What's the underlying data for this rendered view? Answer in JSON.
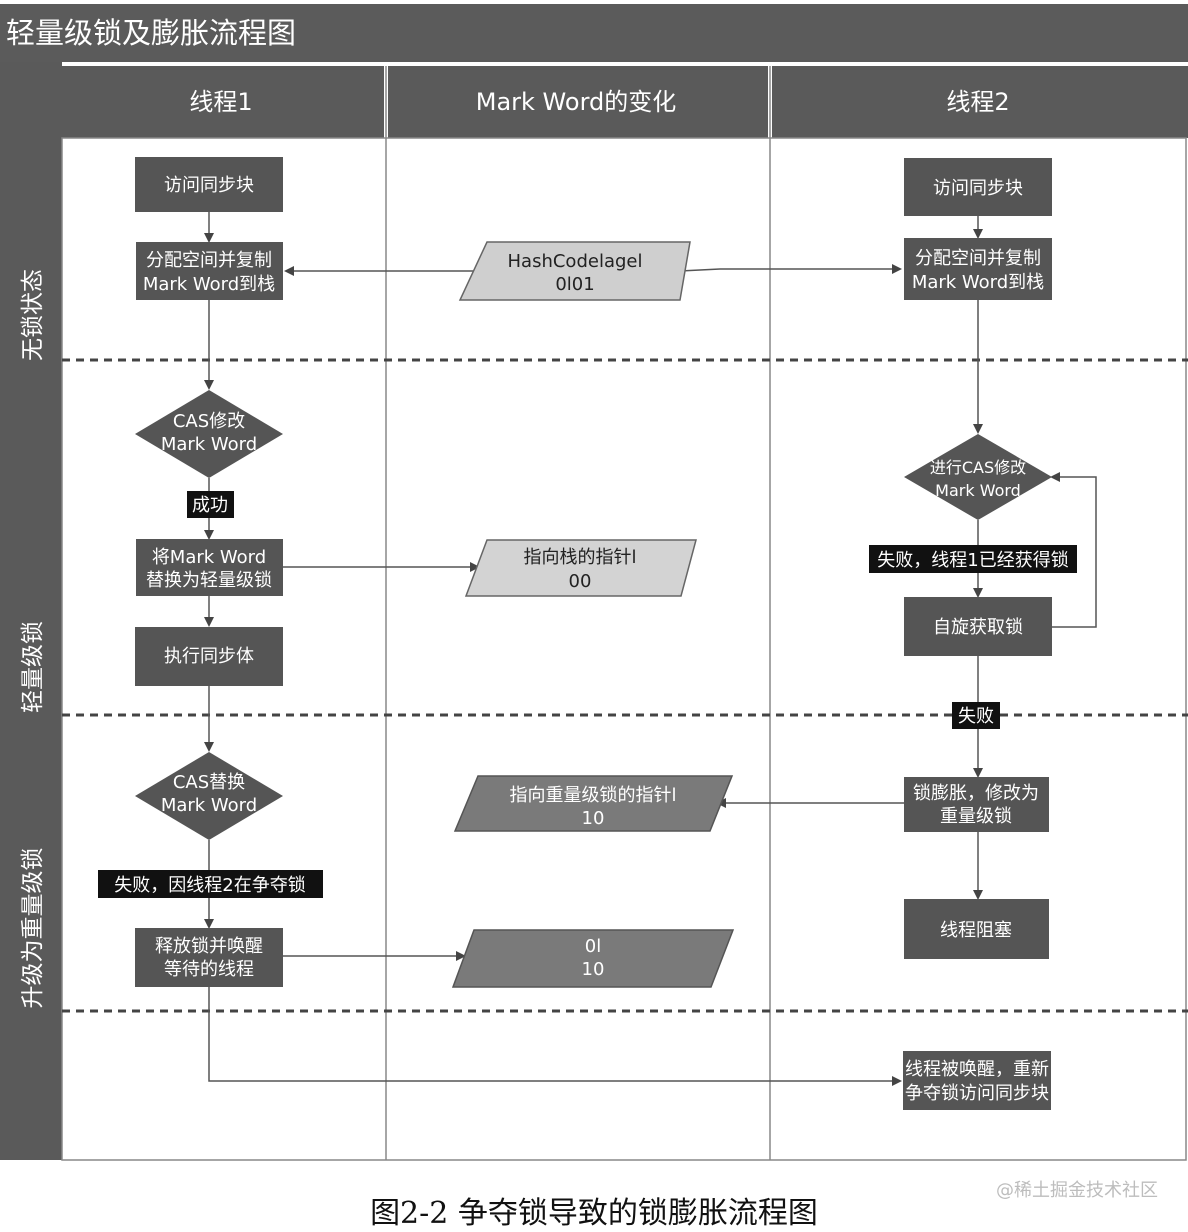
{
  "title": "轻量级锁及膨胀流程图",
  "columns": [
    "线程1",
    "Mark Word的变化",
    "线程2"
  ],
  "phases": [
    "无锁状态",
    "轻量级锁",
    "升级为重量级锁"
  ],
  "thread1": {
    "access_sync": "访问同步块",
    "alloc_line1": "分配空间并复制",
    "alloc_line2": "Mark Word到栈",
    "cas_modify_line1": "CAS修改",
    "cas_modify_line2": "Mark Word",
    "success_label": "成功",
    "replace_line1": "将Mark Word",
    "replace_line2": "替换为轻量级锁",
    "exec_sync": "执行同步体",
    "cas_replace_line1": "CAS替换",
    "cas_replace_line2": "Mark Word",
    "fail_label": "失败，因线程2在争夺锁",
    "release_line1": "释放锁并唤醒",
    "release_line2": "等待的线程"
  },
  "markword": {
    "hash_line1": "HashCodelagel",
    "hash_line2": "0l01",
    "stack_ptr_line1": "指向栈的指针l",
    "stack_ptr_line2": "00",
    "heavy_ptr_line1": "指向重量级锁的指针l",
    "heavy_ptr_line2": "10",
    "final_line1": "0l",
    "final_line2": "10"
  },
  "thread2": {
    "access_sync": "访问同步块",
    "alloc_line1": "分配空间并复制",
    "alloc_line2": "Mark Word到栈",
    "cas_line1": "进行CAS修改",
    "cas_line2": "Mark Word",
    "fail_label": "失败，线程1已经获得锁",
    "spin": "自旋获取锁",
    "fail_label2": "失败",
    "inflate_line1": "锁膨胀，修改为",
    "inflate_line2": "重量级锁",
    "block": "线程阻塞",
    "wake_line1": "线程被唤醒，重新",
    "wake_line2": "争夺锁访问同步块"
  },
  "caption": "图2-2   争夺锁导致的锁膨胀流程图",
  "watermark": "@稀土掘金技术社区",
  "colors": {
    "title_bar": "#5b5b5b",
    "box": "#555555",
    "header_cell": "#5a5a5a",
    "light_parallelogram": "#cfcfcf",
    "dark_parallelogram": "#7a7a7a",
    "label_black": "#111111"
  }
}
